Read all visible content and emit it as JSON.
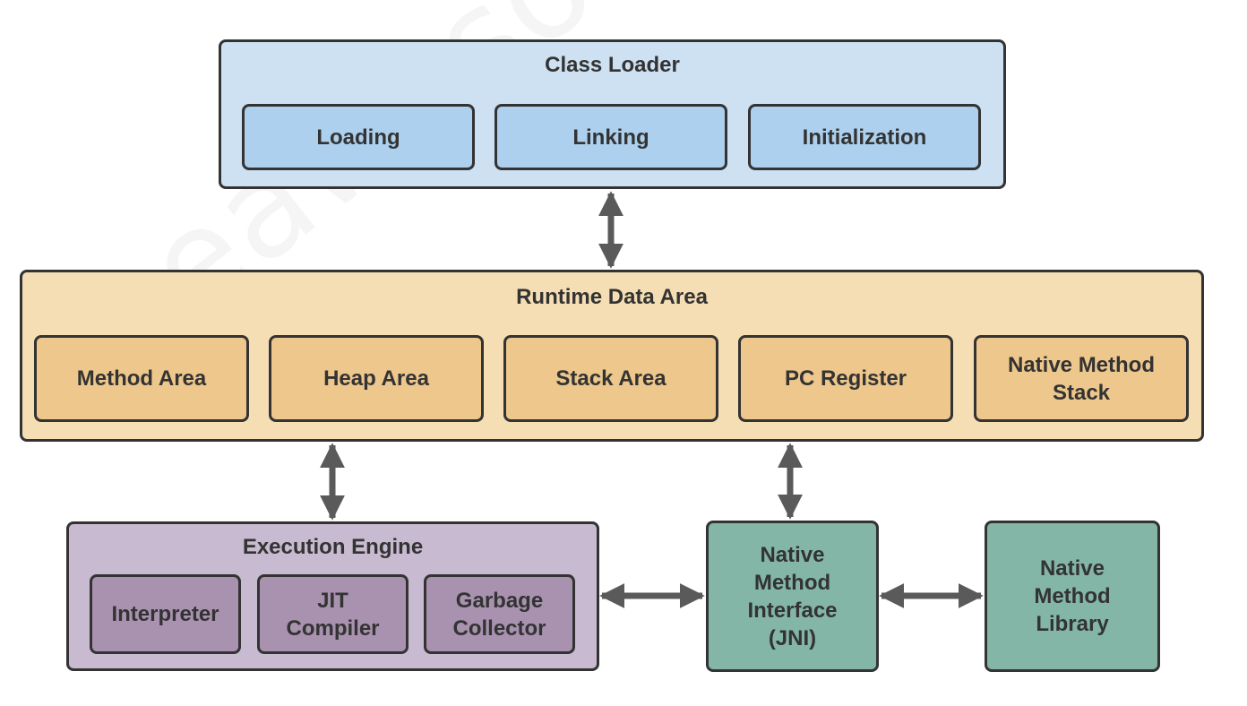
{
  "colors": {
    "class_loader_bg": "#cde1f2",
    "class_loader_item_bg": "#acd0ed",
    "runtime_bg": "#f5deb3",
    "runtime_item_bg": "#eec78c",
    "exec_bg": "#c8bad0",
    "exec_item_bg": "#a992b0",
    "native_bg": "#83b6a7",
    "border": "#333333",
    "arrow": "#5a5a5a"
  },
  "class_loader": {
    "title": "Class Loader",
    "items": [
      "Loading",
      "Linking",
      "Initialization"
    ]
  },
  "runtime_data_area": {
    "title": "Runtime Data Area",
    "items": [
      "Method Area",
      "Heap Area",
      "Stack Area",
      "PC Register",
      "Native Method\nStack"
    ]
  },
  "execution_engine": {
    "title": "Execution Engine",
    "items": [
      "Interpreter",
      "JIT\nCompiler",
      "Garbage\nCollector"
    ]
  },
  "native_method_interface": {
    "label": "Native\nMethod\nInterface\n(JNI)"
  },
  "native_method_library": {
    "label": "Native\nMethod\nLibrary"
  },
  "connections": [
    {
      "from": "Class Loader",
      "to": "Runtime Data Area",
      "type": "bidirectional"
    },
    {
      "from": "Runtime Data Area",
      "to": "Execution Engine",
      "type": "bidirectional"
    },
    {
      "from": "Runtime Data Area",
      "to": "Native Method Interface (JNI)",
      "type": "bidirectional"
    },
    {
      "from": "Execution Engine",
      "to": "Native Method Interface (JNI)",
      "type": "bidirectional"
    },
    {
      "from": "Native Method Interface (JNI)",
      "to": "Native Method Library",
      "type": "bidirectional"
    }
  ],
  "watermark": "theawesomenayak"
}
